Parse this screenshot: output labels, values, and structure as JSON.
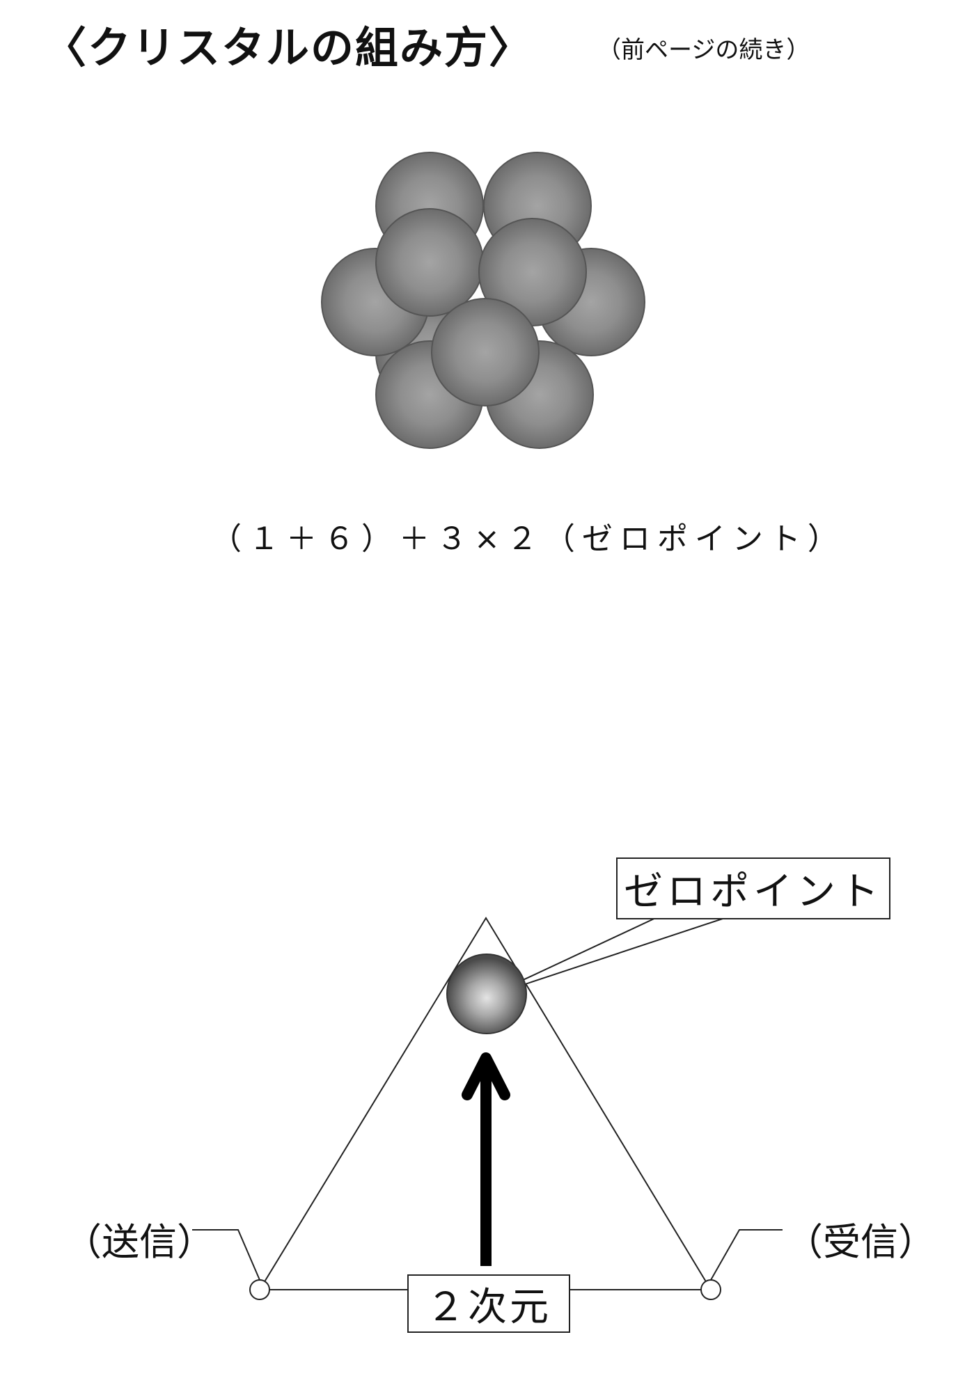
{
  "header": {
    "title": "〈クリスタルの組み方〉",
    "subtitle": "（前ページの続き）"
  },
  "cluster": {
    "formula": "（１＋６）＋３×２（ゼロポイント）"
  },
  "triangle_diagram": {
    "zero_point_label": "ゼロポイント",
    "send_label": "（送信）",
    "receive_label": "（受信）",
    "dimension_label": "２次元"
  }
}
